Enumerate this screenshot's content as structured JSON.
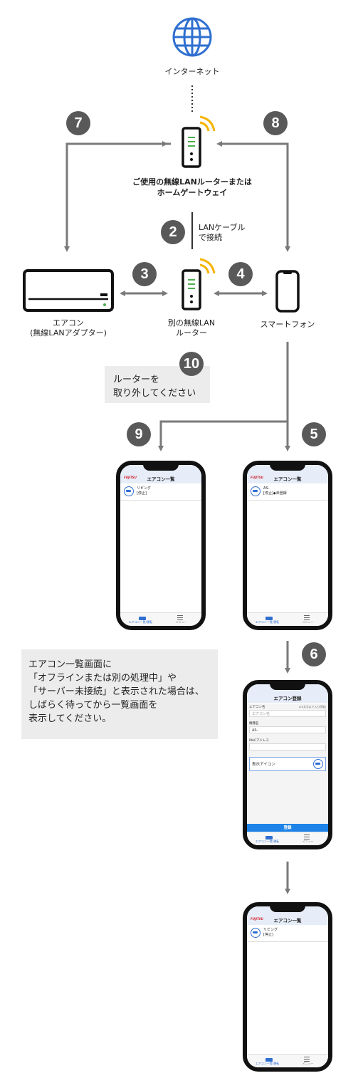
{
  "nodes": {
    "internet": "インターネット",
    "main_router_line1": "ご使用の無線LANルーターまたは",
    "main_router_line2": "ホームゲートウェイ",
    "lan_cable_line1": "LANケーブル",
    "lan_cable_line2": "で接続",
    "aircon_line1": "エアコン",
    "aircon_line2": "(無線LANアダプター)",
    "other_router_line1": "別の無線LAN",
    "other_router_line2": "ルーター",
    "smartphone": "スマートフォン"
  },
  "steps": [
    "7",
    "8",
    "2",
    "3",
    "4",
    "10",
    "9",
    "5",
    "6"
  ],
  "notes": {
    "remove_router": [
      "ルーターを",
      "取り外してください"
    ],
    "wait": [
      "エアコン一覧画面に",
      "「オフラインまたは別の処理中」や",
      "「サーバー未接続」と表示された場合は、",
      "しばらく待ってから一覧画面を",
      "表示してください。"
    ]
  },
  "phone_common": {
    "logo": "FUJITSU",
    "list_title": "エアコン一覧",
    "footer_left": "エアコン一覧/運転",
    "footer_right": "メニュー"
  },
  "phone9": {
    "row_line1": "リビング",
    "row_line2": "[停止]"
  },
  "phone5": {
    "row_line1": "AS-",
    "row_line2": "[停止]◆未登録"
  },
  "phone6": {
    "title": "エアコン登録",
    "name_label": "エアコン名",
    "name_hint": "(20文字まで入力可能)",
    "name_placeholder": "エアコン名",
    "model_label": "機種名",
    "model_value": "AS-",
    "mac_label": "MACアドレス",
    "mac_value": "",
    "icon_label": "表示アイコン",
    "register_button": "登録"
  },
  "phone_final": {
    "row_line1": "リビング",
    "row_line2": "[停止]"
  },
  "colors": {
    "badge": "#595959",
    "line": "#7a7a7a",
    "wifi": "#f5b400",
    "led": "#4caf50",
    "accent": "#1e83e8",
    "globe": "#2f6fd0"
  }
}
